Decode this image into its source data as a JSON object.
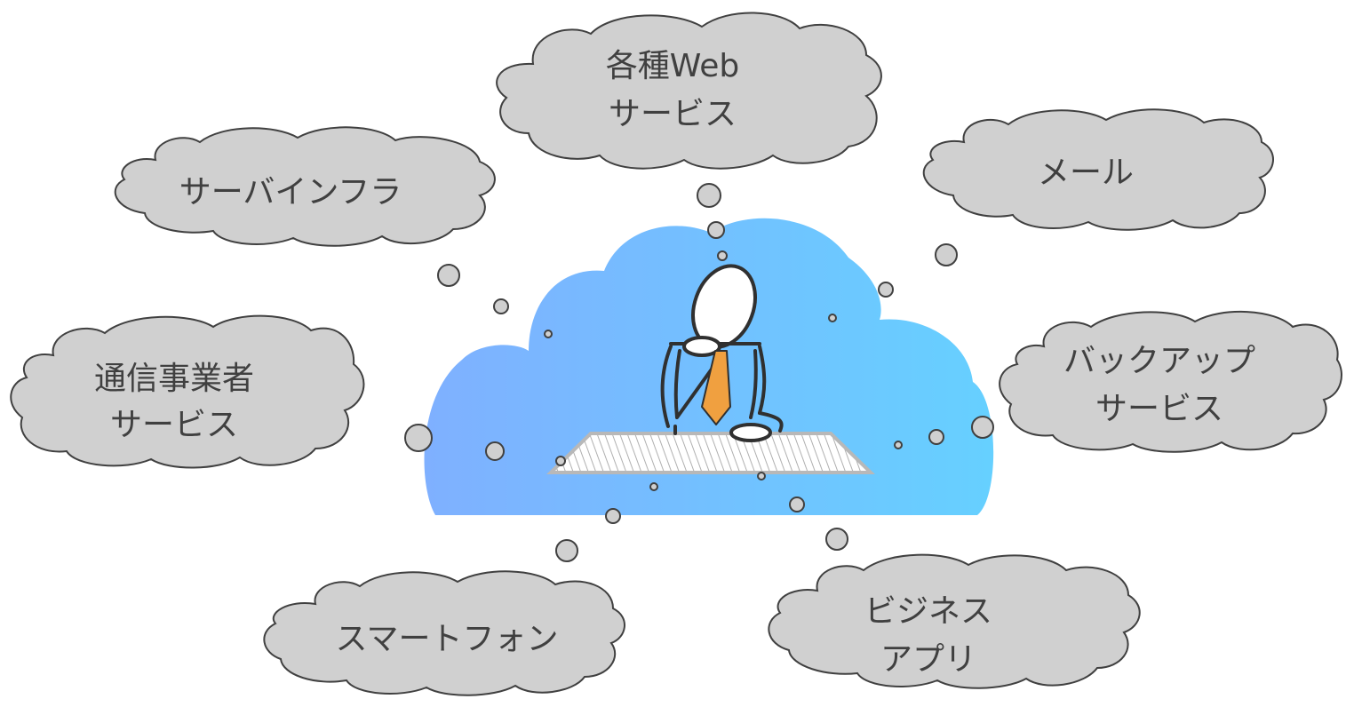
{
  "clouds": {
    "web_services": {
      "lines": [
        "各種Web",
        "サービス"
      ]
    },
    "mail": {
      "lines": [
        "メール"
      ]
    },
    "server_infra": {
      "lines": [
        "サーバインフラ"
      ]
    },
    "telecom": {
      "lines": [
        "通信事業者",
        "サービス"
      ]
    },
    "backup": {
      "lines": [
        "バックアップ",
        "サービス"
      ]
    },
    "smartphone": {
      "lines": [
        "スマートフォン"
      ]
    },
    "business_apps": {
      "lines": [
        "ビジネス",
        "アプリ"
      ]
    }
  },
  "colors": {
    "cloud_fill": "#d0d0d0",
    "cloud_stroke": "#404040",
    "central_gradient_start": "#7fb0ff",
    "central_gradient_end": "#66d0ff",
    "tie": "#f0a040"
  },
  "icons": {
    "figure": "thinking-person-icon",
    "desk": "desk-icon"
  }
}
